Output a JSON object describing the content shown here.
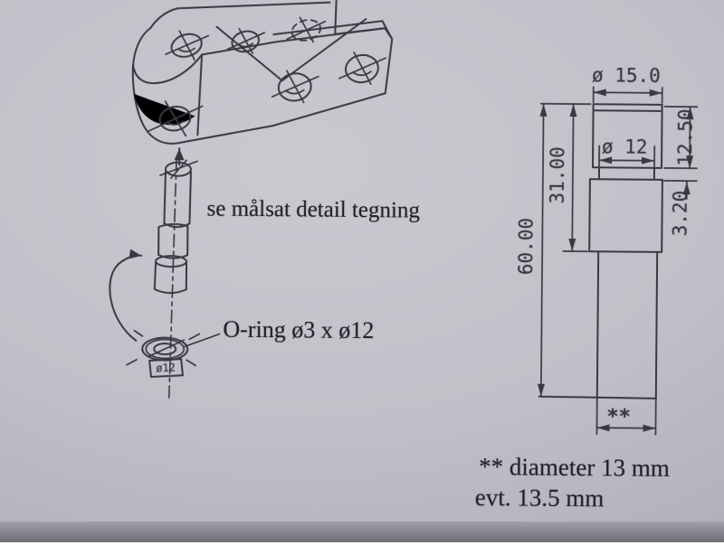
{
  "colors": {
    "paper": "#cbc8d0",
    "paper-edge": "#a49fab",
    "band": "#8b8793",
    "ink": "#3b3842",
    "text": "#211f28"
  },
  "left_figure": {
    "note": "se målsat detail tegning",
    "oring_callout": "O-ring ø3 x ø12",
    "oring_tag": "ø12"
  },
  "detail_figure": {
    "dims": {
      "outer_diameter": "ø 15.0",
      "groove_diameter": "ø 12",
      "head_height": "12.50",
      "groove_height": "3.20",
      "upper_length": "31.00",
      "total_length": "60.00",
      "shaft_diameter_ref": "**"
    }
  },
  "footnote": {
    "line1": "** diameter 13 mm",
    "line2": "evt. 13.5 mm"
  }
}
